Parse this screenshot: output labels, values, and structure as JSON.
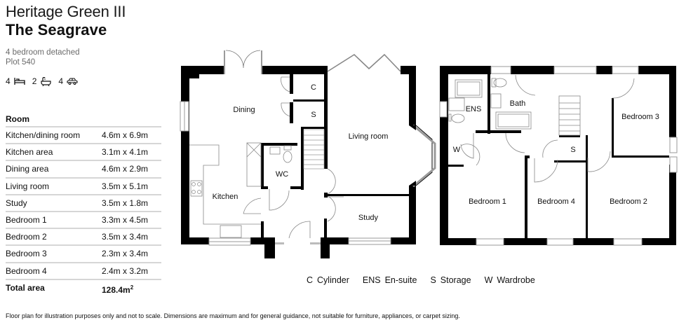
{
  "header": {
    "development": "Heritage Green III",
    "house_type": "The Seagrave",
    "description": "4 bedroom detached",
    "plot": "Plot 540"
  },
  "features": [
    {
      "count": "4",
      "icon": "bed-icon"
    },
    {
      "count": "2",
      "icon": "bath-icon"
    },
    {
      "count": "4",
      "icon": "car-icon"
    }
  ],
  "rooms_table": {
    "header": "Room",
    "rows": [
      {
        "name": "Kitchen/dining room",
        "dims": "4.6m x 6.9m"
      },
      {
        "name": "Kitchen area",
        "dims": "3.1m x 4.1m"
      },
      {
        "name": "Dining area",
        "dims": "4.6m x 2.9m"
      },
      {
        "name": "Living room",
        "dims": "3.5m x 5.1m"
      },
      {
        "name": "Study",
        "dims": "3.5m x 1.8m"
      },
      {
        "name": "Bedroom 1",
        "dims": "3.3m x 4.5m"
      },
      {
        "name": "Bedroom 2",
        "dims": "3.5m x 3.4m"
      },
      {
        "name": "Bedroom 3",
        "dims": "2.3m x 3.4m"
      },
      {
        "name": "Bedroom 4",
        "dims": "2.4m x 3.2m"
      }
    ],
    "total_label": "Total area",
    "total_value": "128.4m",
    "total_unit_sup": "2"
  },
  "ground_floor": {
    "labels": {
      "dining": "Dining",
      "cylinder": "C",
      "storage": "S",
      "living": "Living room",
      "kitchen": "Kitchen",
      "wc": "WC",
      "study": "Study"
    }
  },
  "first_floor": {
    "labels": {
      "ens": "ENS",
      "bath": "Bath",
      "bedroom3": "Bedroom 3",
      "wardrobe": "W",
      "storage": "S",
      "bedroom1": "Bedroom 1",
      "bedroom4": "Bedroom 4",
      "bedroom2": "Bedroom 2"
    }
  },
  "legend": [
    {
      "key": "C",
      "label": "Cylinder"
    },
    {
      "key": "ENS",
      "label": "En-suite"
    },
    {
      "key": "S",
      "label": "Storage"
    },
    {
      "key": "W",
      "label": "Wardrobe"
    }
  ],
  "disclaimer": "Floor plan for illustration purposes only and not to scale. Dimensions are maximum and for general guidance, not suitable for furniture, appliances, or carpet sizing.",
  "colors": {
    "wall": "#000000",
    "window": "#9a9a9a",
    "divider": "#d6d6d6",
    "subtext": "#6b6b6b"
  }
}
